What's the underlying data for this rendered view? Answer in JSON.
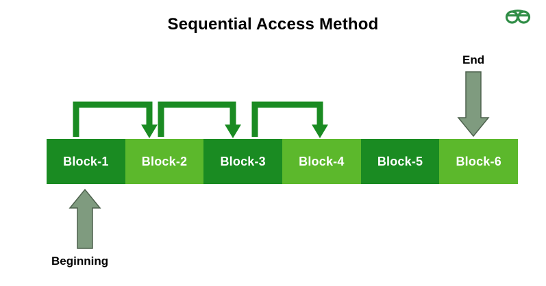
{
  "title": "Sequential Access Method",
  "logo": {
    "name": "geeksforgeeks-logo",
    "color": "#2f8d46"
  },
  "diagram": {
    "type": "sequential-access-blocks",
    "colors": {
      "dark_green": "#1a8b22",
      "light_green": "#5cb82c",
      "connector_green": "#1a8b22",
      "gray_arrow_fill": "#7f9b7f",
      "gray_arrow_stroke": "#4d614d"
    },
    "blocks": [
      {
        "label": "Block-1",
        "fill": "dark"
      },
      {
        "label": "Block-2",
        "fill": "light"
      },
      {
        "label": "Block-3",
        "fill": "dark"
      },
      {
        "label": "Block-4",
        "fill": "light"
      },
      {
        "label": "Block-5",
        "fill": "dark"
      },
      {
        "label": "Block-6",
        "fill": "light"
      }
    ],
    "links": [
      {
        "from": "Block-1",
        "to": "Block-2"
      },
      {
        "from": "Block-2",
        "to": "Block-3"
      },
      {
        "from": "Block-3",
        "to": "Block-4"
      }
    ],
    "annotations": {
      "end_label": "End",
      "beginning_label": "Beginning",
      "end_points_to": "Block-6",
      "beginning_points_to": "Block-1"
    }
  }
}
